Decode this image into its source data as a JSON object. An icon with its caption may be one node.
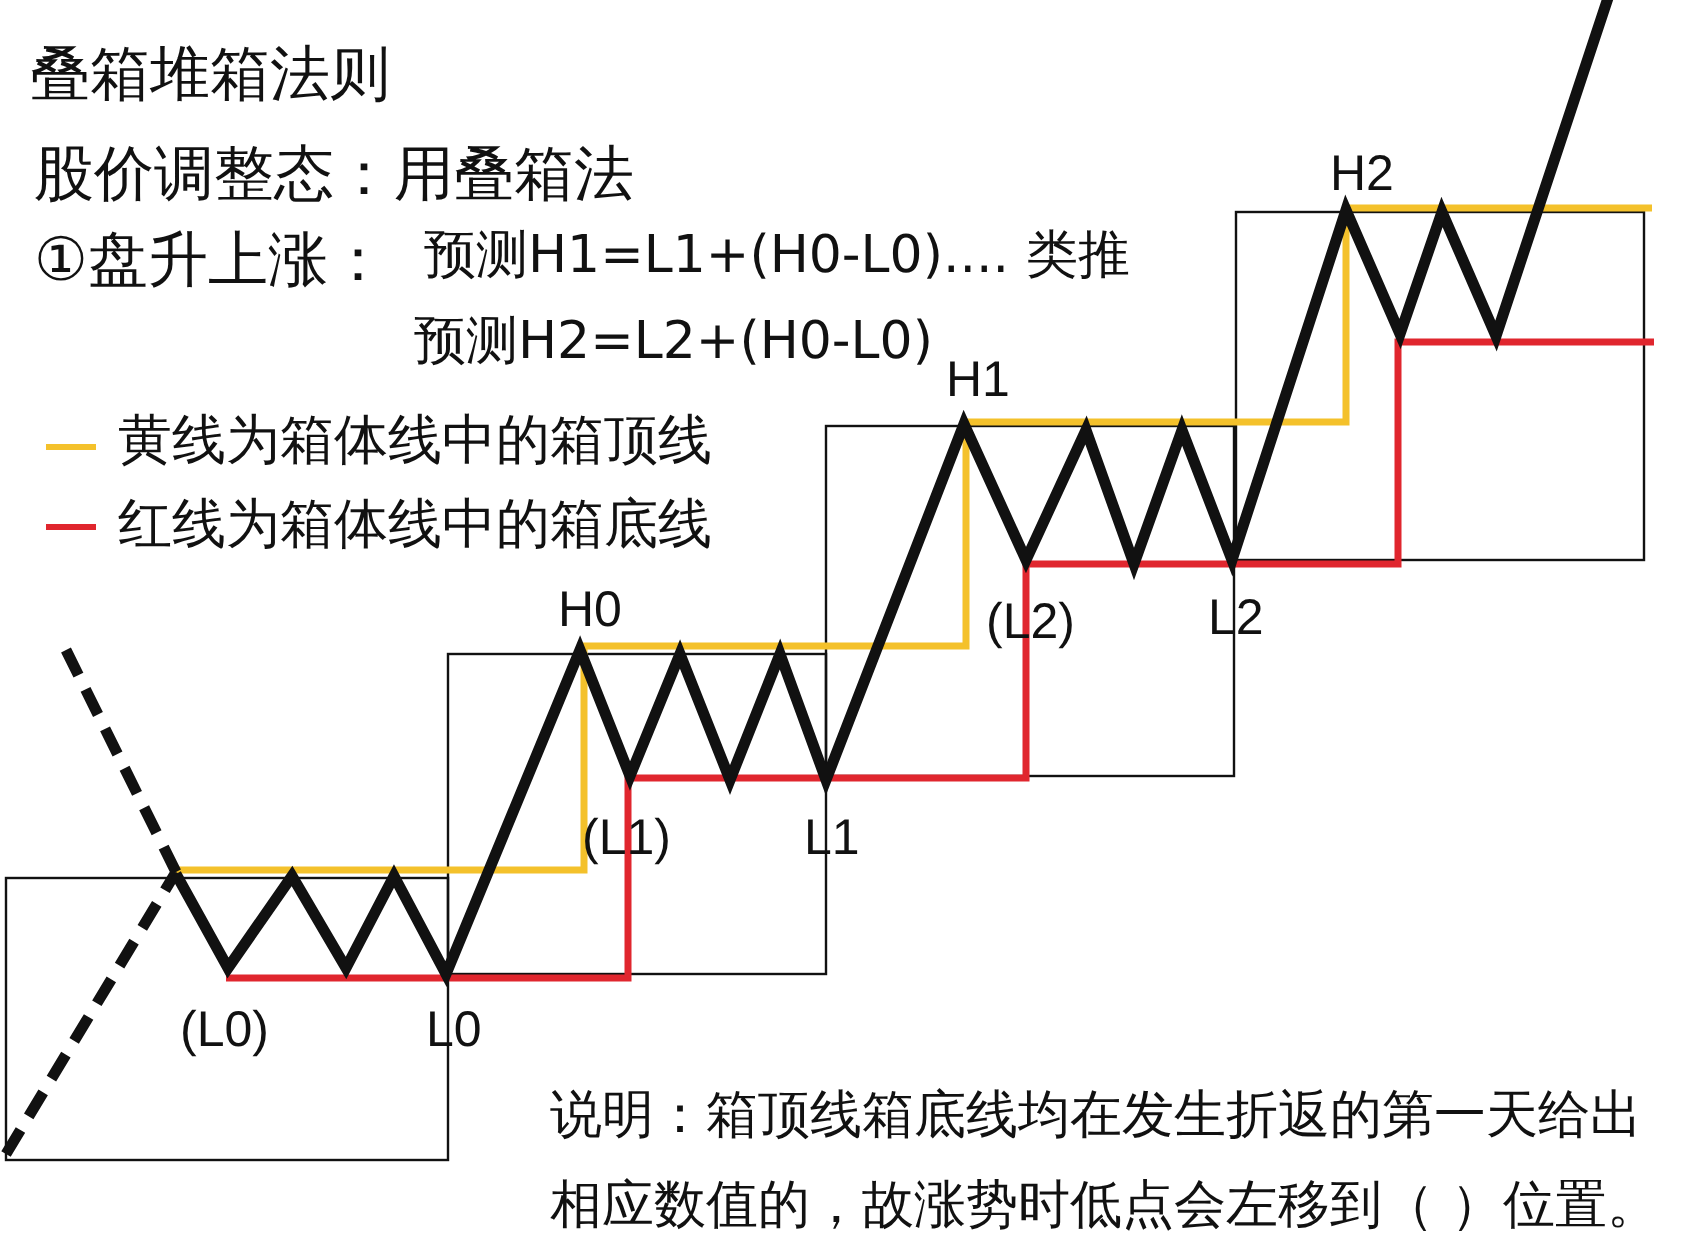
{
  "diagram": {
    "title": "叠箱堆箱法则",
    "labels": [
      "股价调整态：用叠箱法",
      "①盘升上涨：",
      "预测H1=L1+(H0-L0).... 类推",
      "预测H2=L2+(H0-L0)",
      "H2",
      "H1",
      "H0",
      "(L2)",
      "L2",
      "(L1)",
      "L1",
      "(L0)",
      "L0",
      "说明：箱顶线箱底线均在发生折返的第一天给出相应数值的，故涨势时低点会左移到（ ）位置。"
    ],
    "legend": [
      {
        "text": "黄线为箱体线中的箱顶线",
        "color": "#f4c12b"
      },
      {
        "text": "红线为箱体线中的箱底线",
        "color": "#e0262e"
      }
    ]
  }
}
